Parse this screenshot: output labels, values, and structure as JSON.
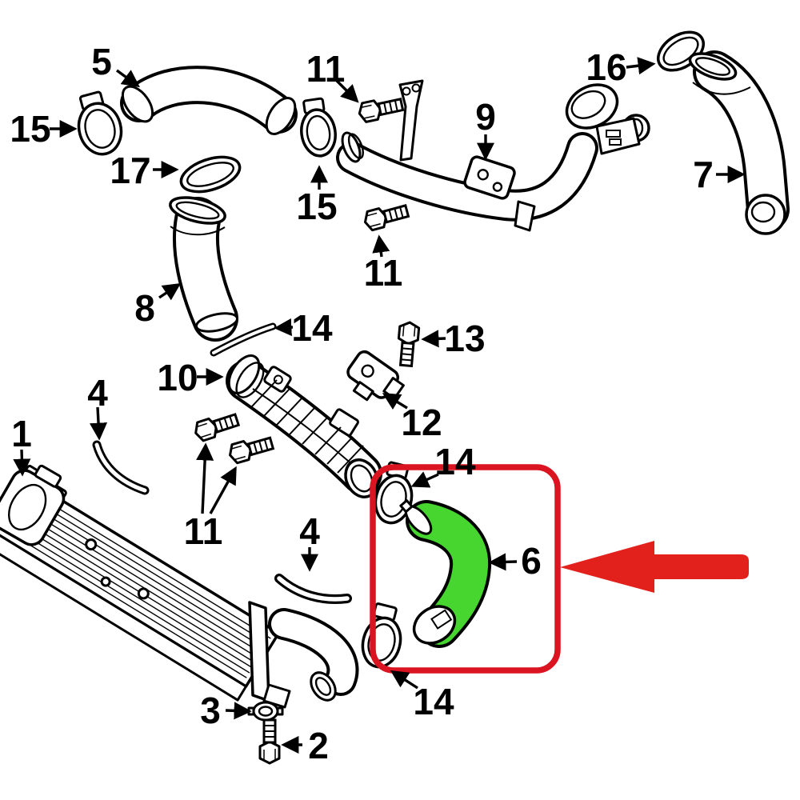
{
  "figure": {
    "kind": "exploded-parts-diagram",
    "subject": "intercooler and turbo charge hose assembly",
    "background": "#ffffff",
    "line_color": "#000000"
  },
  "highlight": {
    "label": "6",
    "hose_color": "#47d52f",
    "box_color": "#da1420",
    "arrow_color": "#e2211c"
  },
  "callouts": [
    {
      "label": "5",
      "part": "upper-charge-hose"
    },
    {
      "label": "15",
      "part": "hose-clamp-left"
    },
    {
      "label": "17",
      "part": "seal-ring"
    },
    {
      "label": "11",
      "part": "bolt-top"
    },
    {
      "label": "15",
      "part": "hose-clamp-middle"
    },
    {
      "label": "9",
      "part": "pipe-bracket"
    },
    {
      "label": "16",
      "part": "gasket-ring"
    },
    {
      "label": "7",
      "part": "turbo-inlet-hose"
    },
    {
      "label": "8",
      "part": "elbow-pipe"
    },
    {
      "label": "14",
      "part": "seal-strip"
    },
    {
      "label": "13",
      "part": "sensor-bolt"
    },
    {
      "label": "10",
      "part": "charge-pipe-assembly"
    },
    {
      "label": "12",
      "part": "pressure-sensor"
    },
    {
      "label": "11",
      "part": "bolt-middle"
    },
    {
      "label": "1",
      "part": "intercooler"
    },
    {
      "label": "4",
      "part": "mounting-strip-left"
    },
    {
      "label": "11",
      "part": "bolts-lower"
    },
    {
      "label": "4",
      "part": "mounting-strip-right"
    },
    {
      "label": "14",
      "part": "clamp-highlight-top"
    },
    {
      "label": "6",
      "part": "highlighted-hose"
    },
    {
      "label": "14",
      "part": "clamp-highlight-bottom"
    },
    {
      "label": "3",
      "part": "washer-ring"
    },
    {
      "label": "2",
      "part": "drain-bolt"
    }
  ]
}
